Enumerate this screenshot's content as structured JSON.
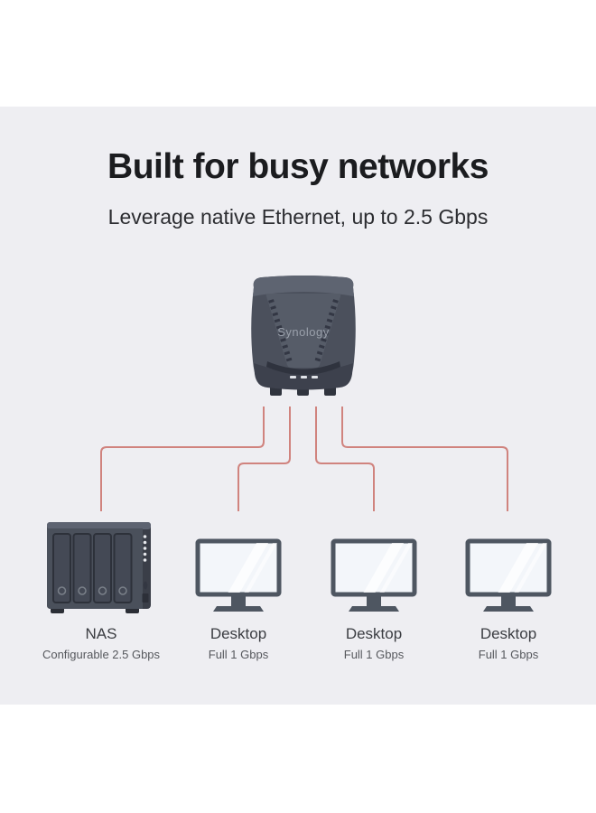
{
  "page": {
    "title": "Built for busy networks",
    "subtitle": "Leverage native Ethernet, up to 2.5 Gbps"
  },
  "router": {
    "brand_logo": "Synology",
    "led_count": 3
  },
  "devices": [
    {
      "name": "NAS",
      "speed": "Configurable 2.5 Gbps",
      "type": "nas"
    },
    {
      "name": "Desktop",
      "speed": "Full 1 Gbps",
      "type": "desktop"
    },
    {
      "name": "Desktop",
      "speed": "Full 1 Gbps",
      "type": "desktop"
    },
    {
      "name": "Desktop",
      "speed": "Full 1 Gbps",
      "type": "desktop"
    }
  ],
  "colors": {
    "page_background": "#ffffff",
    "panel_background": "#eeeef2",
    "connection_line": "#d0837e",
    "device_body": "#4b505c",
    "device_side": "#3a3e48",
    "monitor_screen": "#f3f6fa",
    "title_text": "#1b1c1f",
    "subtitle_text": "#2c2d31",
    "label_text": "#3b3d42",
    "sublabel_text": "#56585d"
  }
}
